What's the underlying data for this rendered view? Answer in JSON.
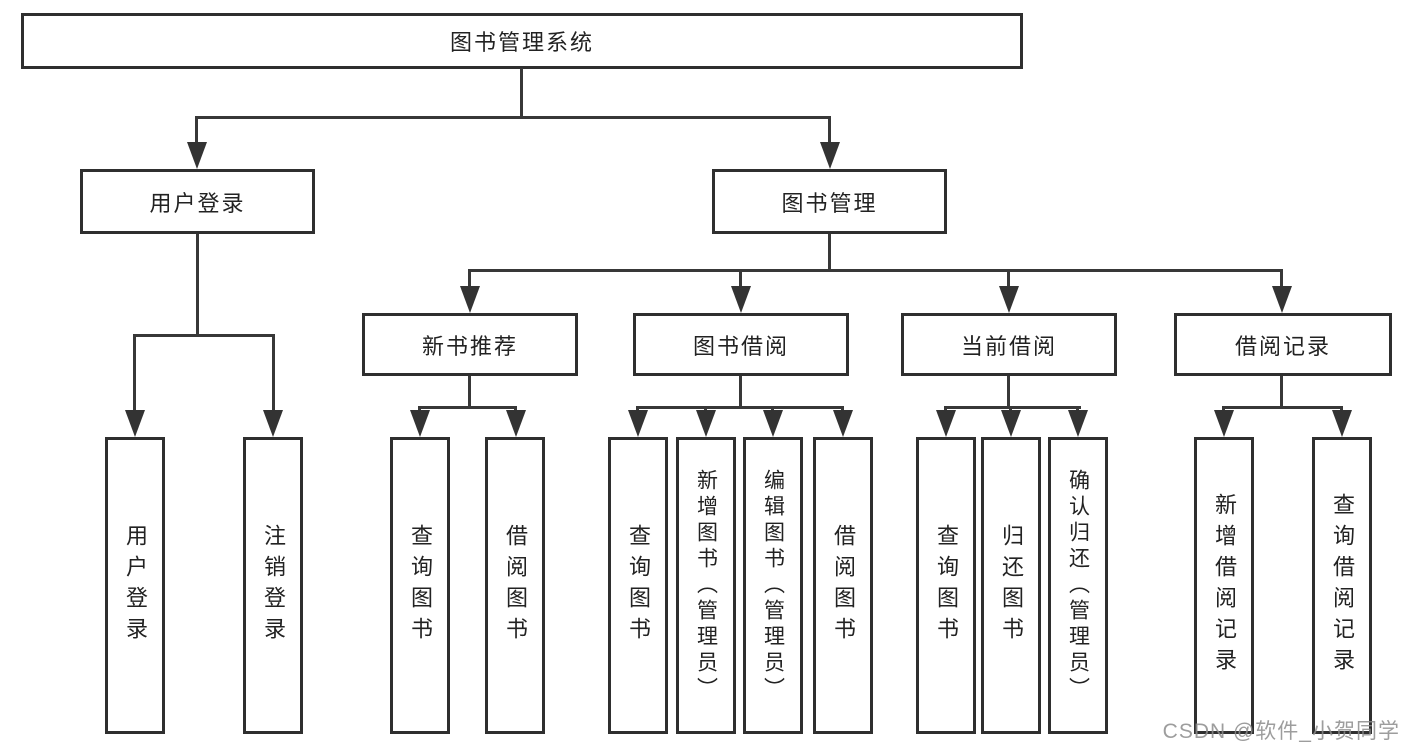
{
  "nodes": {
    "root": "图书管理系统",
    "level2": [
      "用户登录",
      "图书管理"
    ],
    "level3": [
      "新书推荐",
      "图书借阅",
      "当前借阅",
      "借阅记录"
    ],
    "leaves": [
      "用户登录",
      "注销登录",
      "查询图书",
      "借阅图书",
      "查询图书",
      "新增图书（管理员）",
      "编辑图书（管理员）",
      "借阅图书",
      "查询图书",
      "归还图书",
      "确认归还（管理员）",
      "新增借阅记录",
      "查询借阅记录"
    ]
  },
  "watermark": "CSDN @软件_小贺同学",
  "colors": {
    "border": "#2f2f2f",
    "line": "#383838",
    "text": "#222222",
    "watermark": "#8c8c8c",
    "background": "#ffffff"
  }
}
